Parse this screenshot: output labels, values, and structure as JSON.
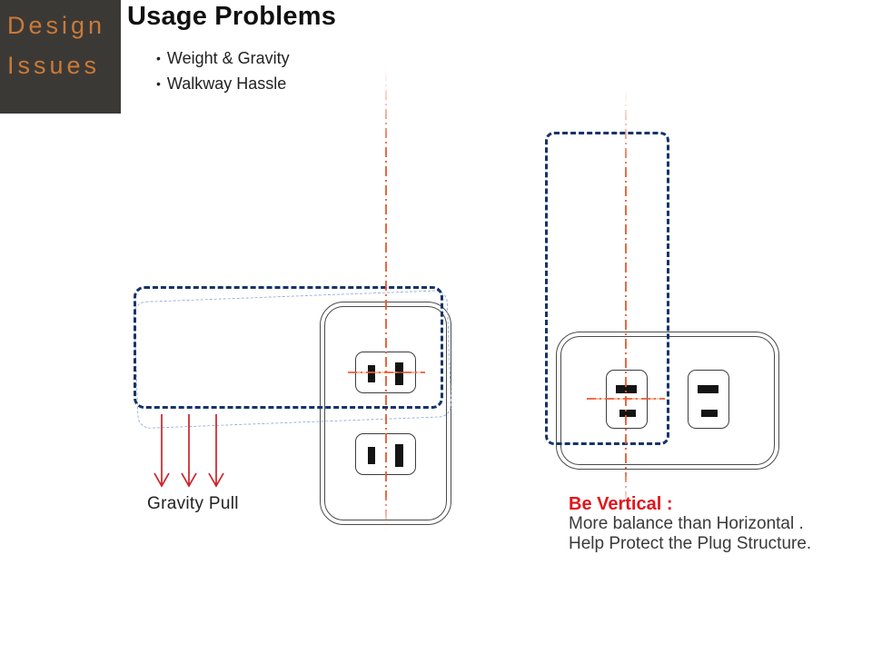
{
  "brand": {
    "line1": "Design",
    "line2": "Issues"
  },
  "header": {
    "title": "Usage Problems",
    "bullet_char": "•",
    "bullets": [
      "Weight & Gravity",
      "Walkway Hassle"
    ]
  },
  "left_diagram": {
    "caption": "Gravity Pull"
  },
  "right_diagram": {
    "heading": "Be Vertical :",
    "note_lines": [
      "More balance than Horizontal .",
      "Help Protect the Plug Structure."
    ]
  },
  "colors": {
    "brand_bg": "#3b3936",
    "brand_orange": "#ca7a38",
    "ink": "#111111",
    "body_text": "#222222",
    "navy": "#16336a",
    "lightblue": "#94aed6",
    "redline": "#e8582e",
    "arrow_red": "#cd2127",
    "heading_red": "#e1151c",
    "outlet_border": "#4a4a4a",
    "slot": "#141414"
  }
}
